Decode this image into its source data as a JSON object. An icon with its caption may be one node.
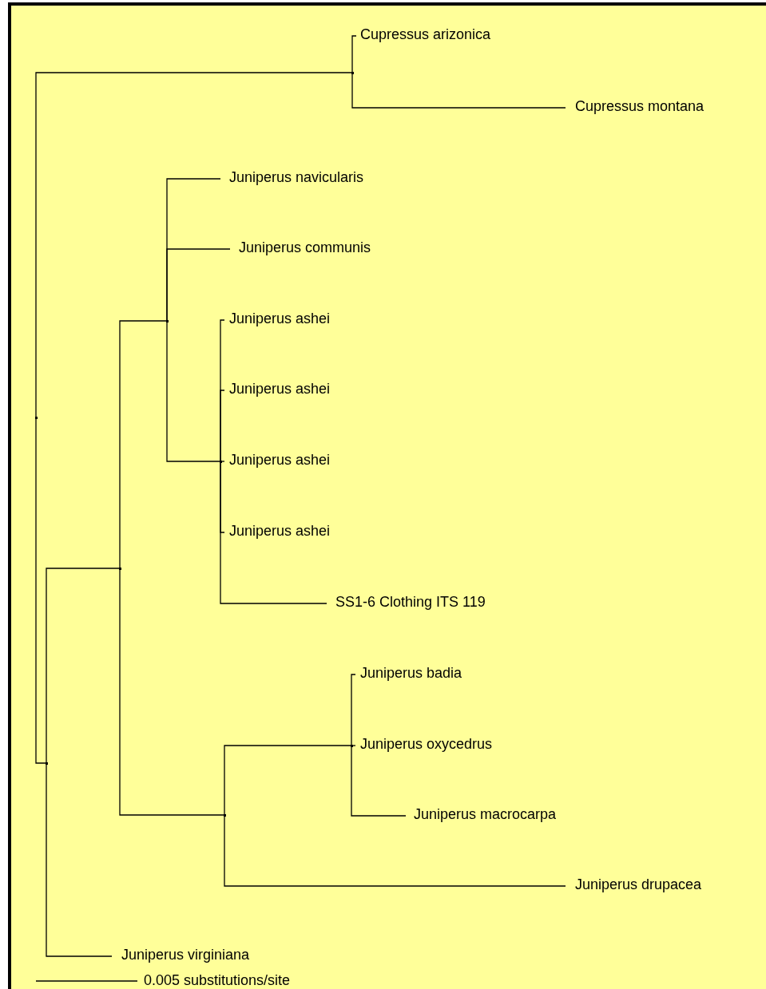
{
  "diagram": {
    "nodes": [
      {
        "text": [],
        "shape": "junction"
      },
      {
        "text": [],
        "shape": "junction"
      },
      {
        "text": [
          "Cupressus arizonica"
        ]
      },
      {
        "text": [
          "Cupressus montana"
        ]
      },
      {
        "text": [],
        "shape": "junction"
      },
      {
        "text": [],
        "shape": "junction"
      },
      {
        "text": [],
        "shape": "junction"
      },
      {
        "text": [
          "Juniperus navicularis"
        ]
      },
      {
        "text": [
          "Juniperus communis"
        ]
      },
      {
        "text": [],
        "shape": "junction"
      },
      {
        "text": [
          "Juniperus ashei"
        ]
      },
      {
        "text": [
          "Juniperus ashei"
        ]
      },
      {
        "text": [
          "Juniperus ashei"
        ]
      },
      {
        "text": [
          "Juniperus ashei"
        ]
      },
      {
        "text": [
          "SS1-6 Clothing ITS 119"
        ]
      },
      {
        "text": [],
        "shape": "junction"
      },
      {
        "text": [],
        "shape": "junction"
      },
      {
        "text": [
          "Juniperus badia"
        ]
      },
      {
        "text": [
          "Juniperus oxycedrus"
        ]
      },
      {
        "text": [
          "Juniperus macrocarpa"
        ]
      },
      {
        "text": [
          "Juniperus drupacea"
        ]
      },
      {
        "text": [
          "Juniperus virginiana"
        ]
      }
    ],
    "edges": [
      {
        "from": 0,
        "to": 1,
        "arrow": "none"
      },
      {
        "from": 1,
        "to": 2,
        "arrow": "none"
      },
      {
        "from": 1,
        "to": 3,
        "arrow": "none"
      },
      {
        "from": 0,
        "to": 4,
        "arrow": "none"
      },
      {
        "from": 4,
        "to": 5,
        "arrow": "none"
      },
      {
        "from": 5,
        "to": 6,
        "arrow": "none"
      },
      {
        "from": 6,
        "to": 7,
        "arrow": "none"
      },
      {
        "from": 6,
        "to": 8,
        "arrow": "none"
      },
      {
        "from": 6,
        "to": 9,
        "arrow": "none"
      },
      {
        "from": 9,
        "to": 10,
        "arrow": "none"
      },
      {
        "from": 9,
        "to": 11,
        "arrow": "none"
      },
      {
        "from": 9,
        "to": 12,
        "arrow": "none"
      },
      {
        "from": 9,
        "to": 13,
        "arrow": "none"
      },
      {
        "from": 9,
        "to": 14,
        "arrow": "none"
      },
      {
        "from": 5,
        "to": 15,
        "arrow": "none"
      },
      {
        "from": 15,
        "to": 16,
        "arrow": "none"
      },
      {
        "from": 16,
        "to": 17,
        "arrow": "none"
      },
      {
        "from": 16,
        "to": 18,
        "arrow": "none"
      },
      {
        "from": 16,
        "to": 19,
        "arrow": "none"
      },
      {
        "from": 15,
        "to": 20,
        "arrow": "none"
      },
      {
        "from": 4,
        "to": 21,
        "arrow": "none"
      }
    ],
    "labels": [
      "0.005 substitutions/site"
    ]
  }
}
